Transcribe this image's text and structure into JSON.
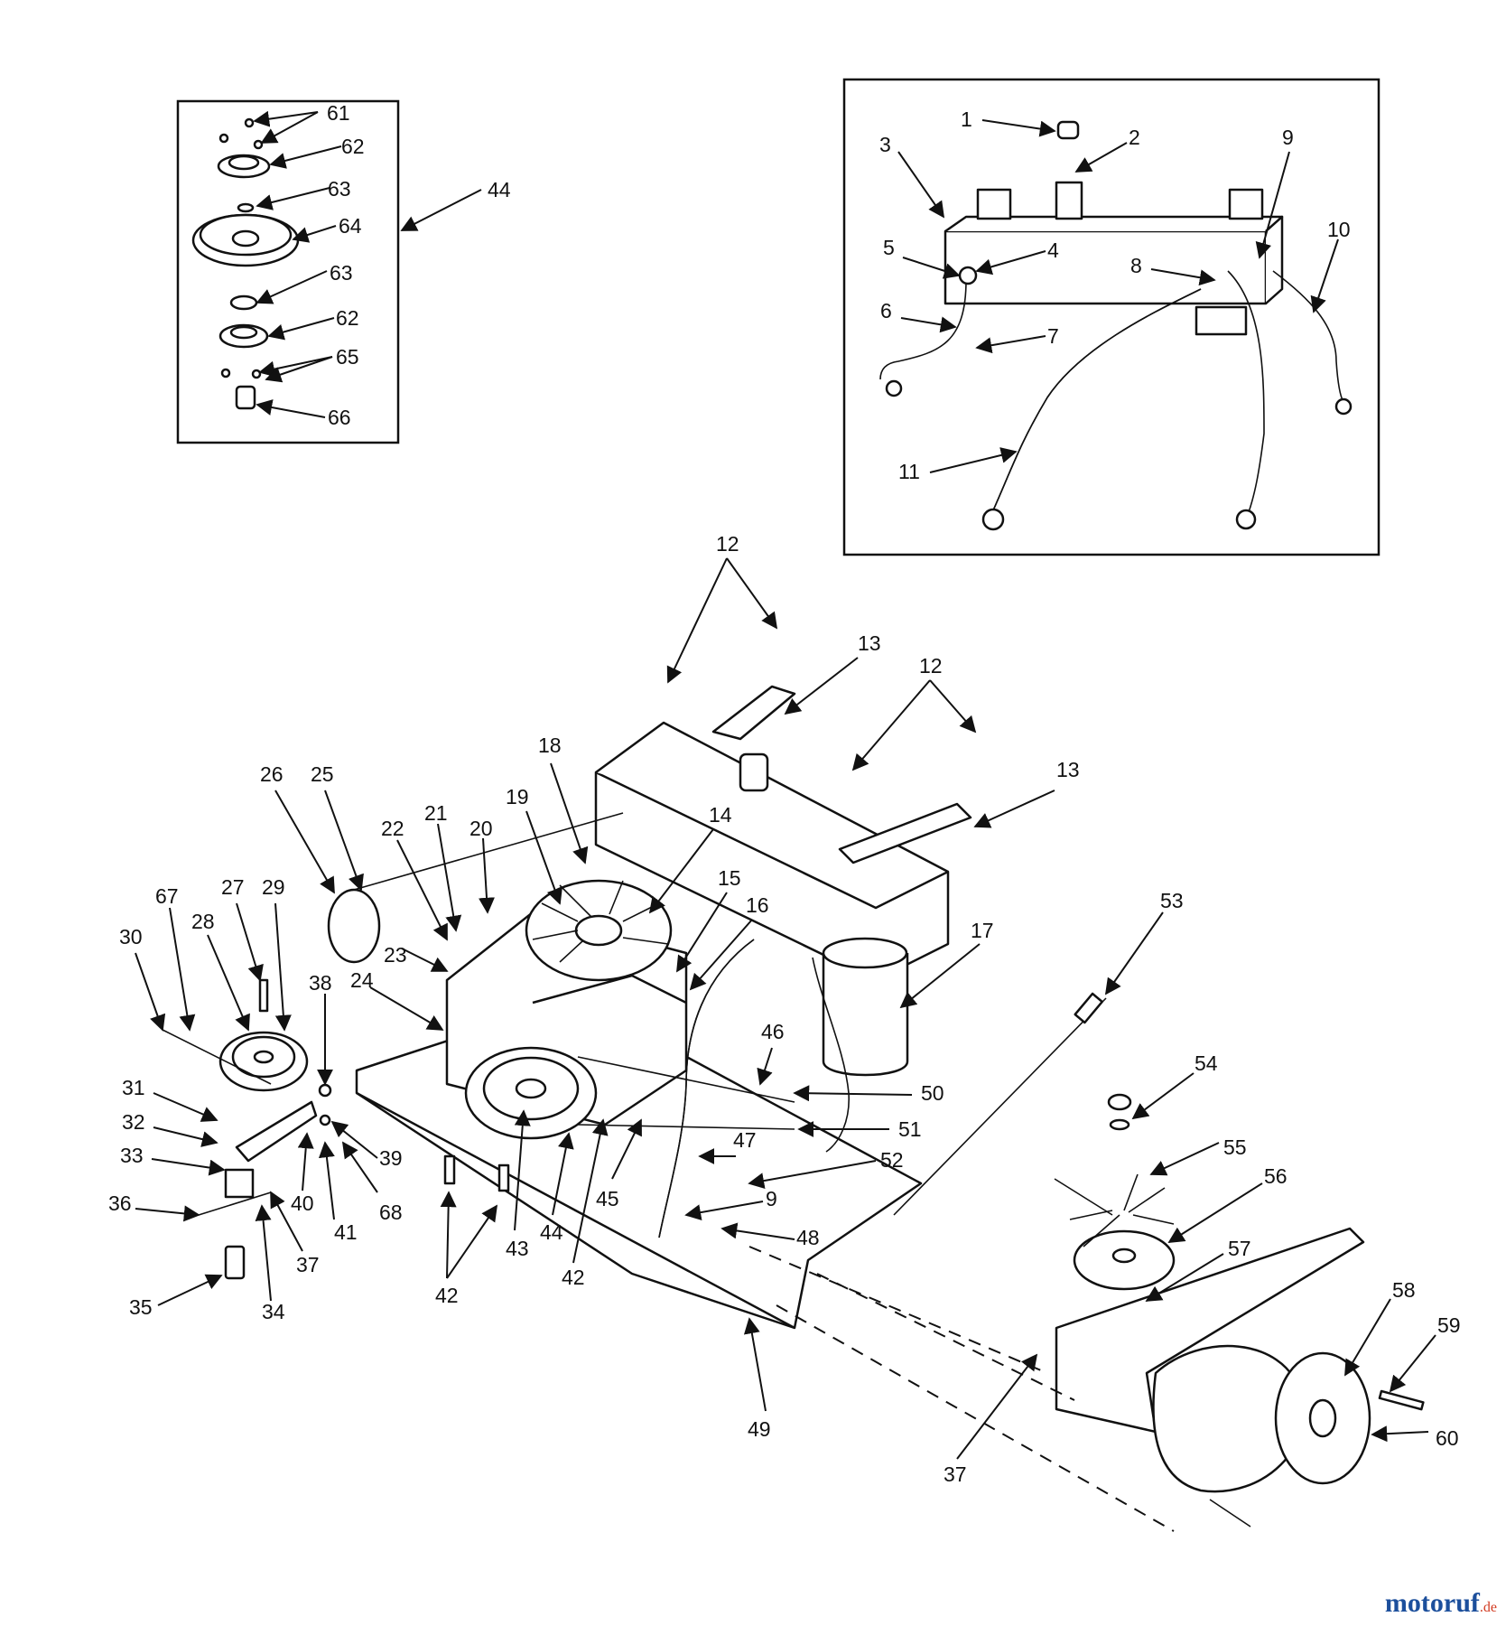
{
  "callouts": [
    {
      "n": "1"
    },
    {
      "n": "2"
    },
    {
      "n": "3"
    },
    {
      "n": "4"
    },
    {
      "n": "5"
    },
    {
      "n": "6"
    },
    {
      "n": "7"
    },
    {
      "n": "8"
    },
    {
      "n": "9"
    },
    {
      "n": "10"
    },
    {
      "n": "11"
    },
    {
      "n": "12"
    },
    {
      "n": "13"
    },
    {
      "n": "12"
    },
    {
      "n": "13"
    },
    {
      "n": "14"
    },
    {
      "n": "15"
    },
    {
      "n": "16"
    },
    {
      "n": "17"
    },
    {
      "n": "18"
    },
    {
      "n": "19"
    },
    {
      "n": "20"
    },
    {
      "n": "21"
    },
    {
      "n": "22"
    },
    {
      "n": "23"
    },
    {
      "n": "24"
    },
    {
      "n": "25"
    },
    {
      "n": "26"
    },
    {
      "n": "27"
    },
    {
      "n": "28"
    },
    {
      "n": "29"
    },
    {
      "n": "30"
    },
    {
      "n": "31"
    },
    {
      "n": "32"
    },
    {
      "n": "33"
    },
    {
      "n": "34"
    },
    {
      "n": "35"
    },
    {
      "n": "36"
    },
    {
      "n": "37"
    },
    {
      "n": "38"
    },
    {
      "n": "39"
    },
    {
      "n": "40"
    },
    {
      "n": "41"
    },
    {
      "n": "68"
    },
    {
      "n": "42"
    },
    {
      "n": "43"
    },
    {
      "n": "44"
    },
    {
      "n": "42"
    },
    {
      "n": "45"
    },
    {
      "n": "9"
    },
    {
      "n": "46"
    },
    {
      "n": "47"
    },
    {
      "n": "48"
    },
    {
      "n": "49"
    },
    {
      "n": "50"
    },
    {
      "n": "51"
    },
    {
      "n": "52"
    },
    {
      "n": "53"
    },
    {
      "n": "54"
    },
    {
      "n": "55"
    },
    {
      "n": "56"
    },
    {
      "n": "57"
    },
    {
      "n": "58"
    },
    {
      "n": "59"
    },
    {
      "n": "60"
    },
    {
      "n": "37"
    },
    {
      "n": "61"
    },
    {
      "n": "62"
    },
    {
      "n": "63"
    },
    {
      "n": "64"
    },
    {
      "n": "63"
    },
    {
      "n": "62"
    },
    {
      "n": "65"
    },
    {
      "n": "66"
    },
    {
      "n": "44"
    },
    {
      "n": "67"
    }
  ],
  "watermark": {
    "main": "motoruf",
    "tld": ".de",
    "color_main": "#1c4f9c",
    "color_tld": "#d23a20"
  }
}
